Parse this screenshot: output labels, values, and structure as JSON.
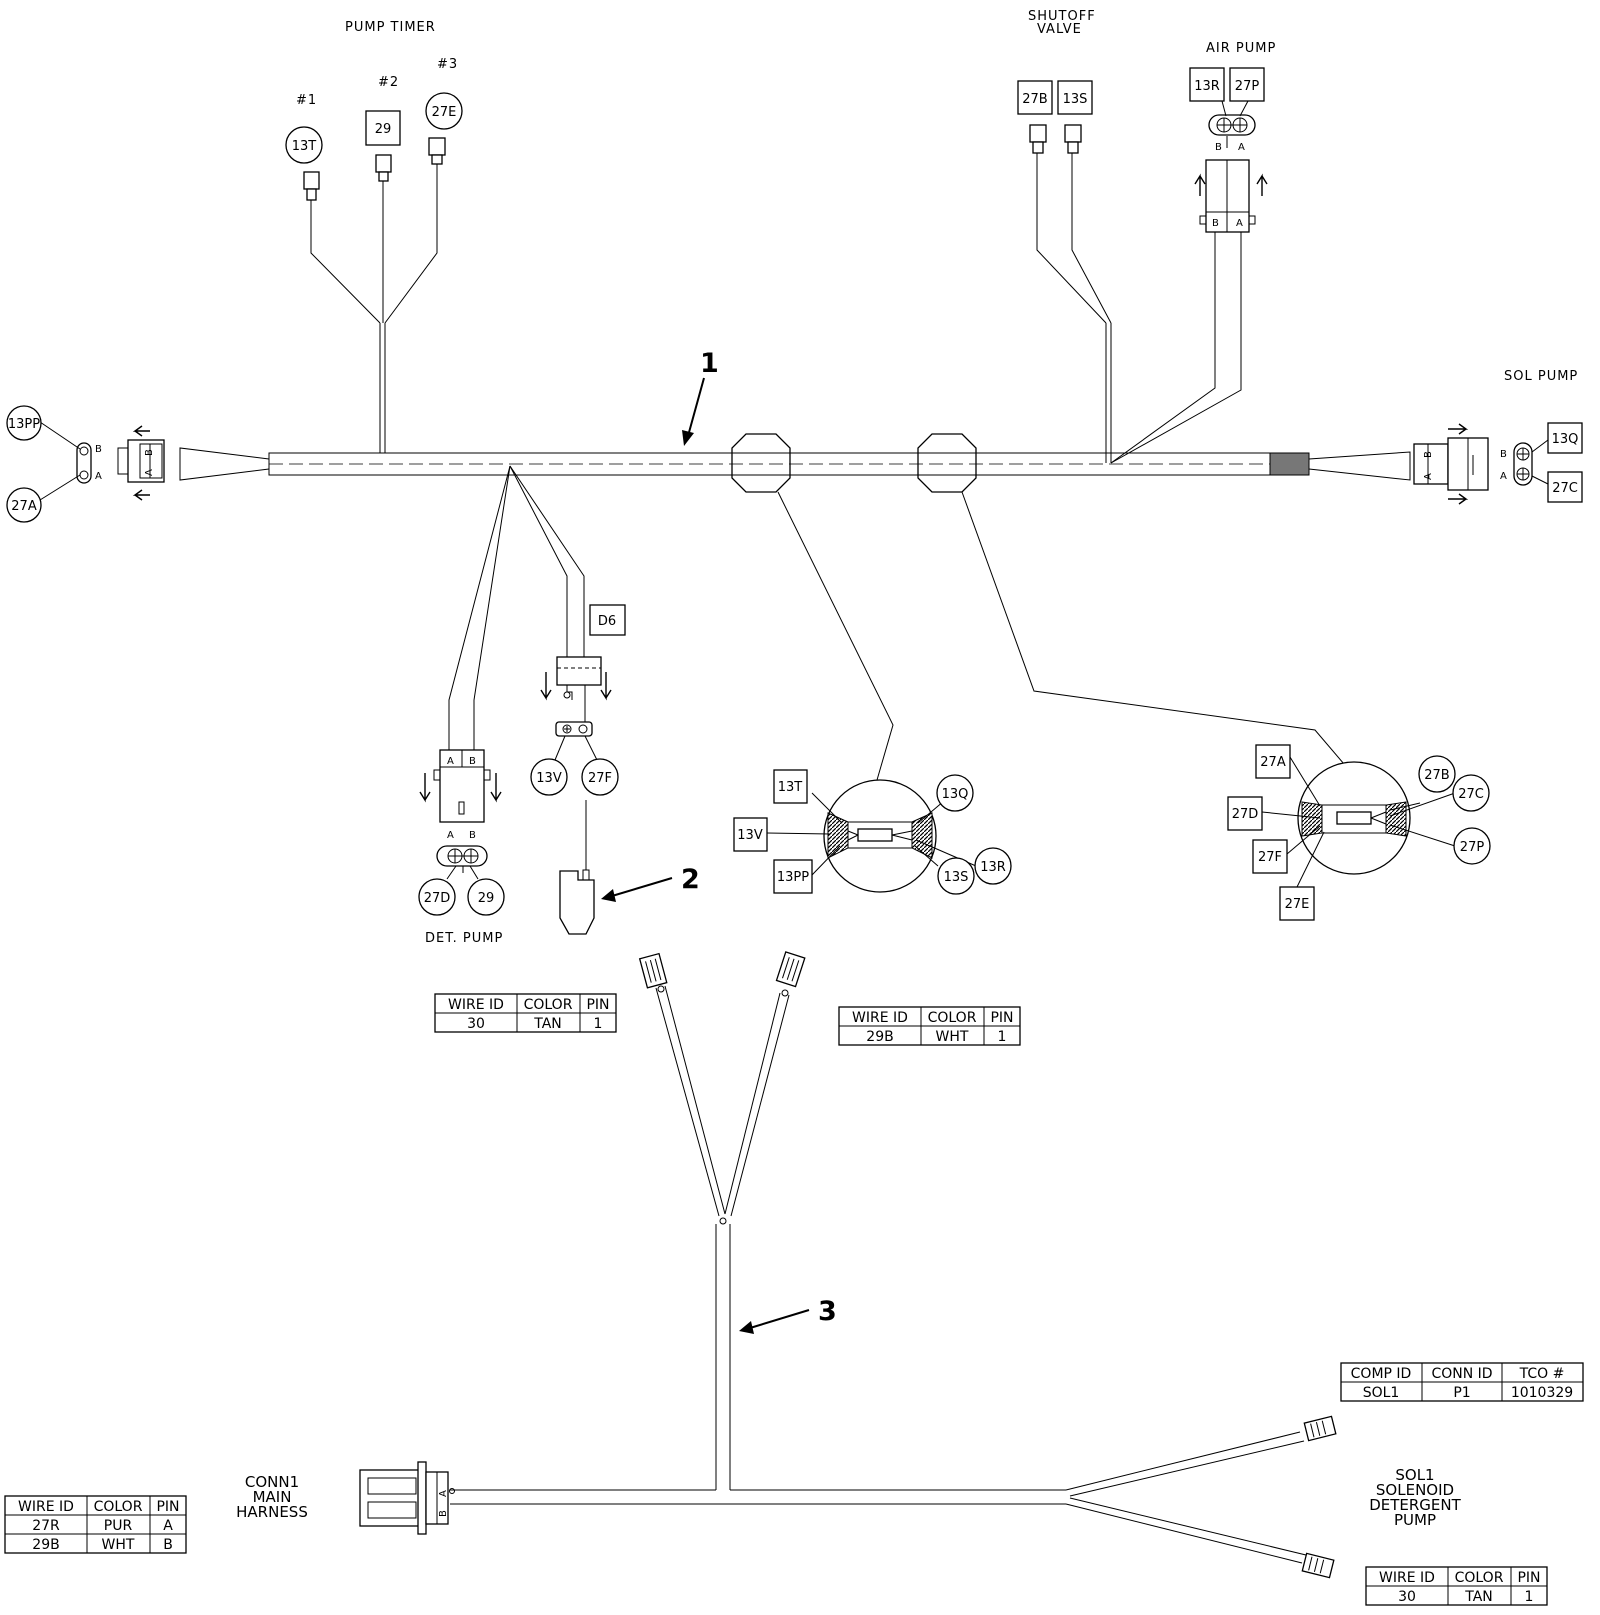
{
  "labels": {
    "pump_timer": "PUMP TIMER",
    "pin_1": "#1",
    "pin_2": "#2",
    "pin_3": "#3",
    "shutoff_valve_l1": "SHUTOFF",
    "shutoff_valve_l2": "VALVE",
    "air_pump": "AIR PUMP",
    "sol_pump": "SOL PUMP",
    "det_pump": "DET. PUMP",
    "conn1_l1": "CONN1",
    "conn1_l2": "MAIN",
    "conn1_l3": "HARNESS",
    "sol1_l1": "SOL1",
    "sol1_l2": "SOLENOID",
    "sol1_l3": "DETERGENT",
    "sol1_l4": "PUMP"
  },
  "pin_letters": {
    "a": "A",
    "b": "B"
  },
  "callouts": {
    "c1": "1",
    "c2": "2",
    "c3": "3"
  },
  "wire_tags": {
    "t13t": "13T",
    "t29": "29",
    "t27e": "27E",
    "t27b": "27B",
    "t13s": "13S",
    "t13r": "13R",
    "t27p": "27P",
    "t13pp": "13PP",
    "t27a": "27A",
    "t13q": "13Q",
    "t27c": "27C",
    "t6": "D6",
    "t13v": "13V",
    "t27f": "27F",
    "t27d": "27D",
    "t29b": "29",
    "s_13t": "13T",
    "s_13v": "13V",
    "s_13pp": "13PP",
    "s_13q": "13Q",
    "s_13r": "13R",
    "s_13s": "13S",
    "s_27a": "27A",
    "s_27d": "27D",
    "s_27f": "27F",
    "s_27e": "27E",
    "s_27b": "27B",
    "s_27c": "27C",
    "s_27p": "27P"
  },
  "tables": {
    "t1": {
      "headers": [
        "WIRE ID",
        "COLOR",
        "PIN"
      ],
      "rows": [
        [
          "30",
          "TAN",
          "1"
        ]
      ]
    },
    "t2": {
      "headers": [
        "WIRE ID",
        "COLOR",
        "PIN"
      ],
      "rows": [
        [
          "29B",
          "WHT",
          "1"
        ]
      ]
    },
    "t3": {
      "headers": [
        "WIRE ID",
        "COLOR",
        "PIN"
      ],
      "rows": [
        [
          "27R",
          "PUR",
          "A"
        ],
        [
          "29B",
          "WHT",
          "B"
        ]
      ]
    },
    "t4": {
      "headers": [
        "COMP ID",
        "CONN ID",
        "TCO #"
      ],
      "rows": [
        [
          "SOL1",
          "P1",
          "1010329"
        ]
      ]
    },
    "t5": {
      "headers": [
        "WIRE ID",
        "COLOR",
        "PIN"
      ],
      "rows": [
        [
          "30",
          "TAN",
          "1"
        ]
      ]
    }
  }
}
